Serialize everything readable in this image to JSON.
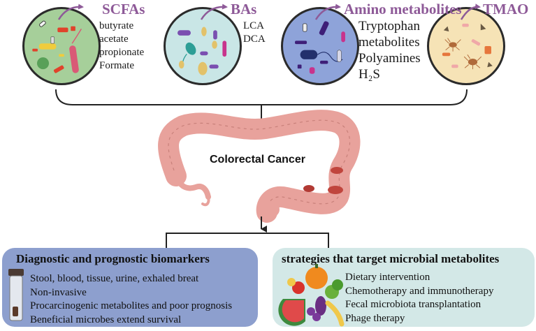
{
  "metabolites": [
    {
      "title": "SCFAs",
      "items": [
        "butyrate",
        "acetate",
        "propionate",
        "Formate"
      ]
    },
    {
      "title": "BAs",
      "items": [
        "LCA",
        "DCA"
      ]
    },
    {
      "title": "Amino metabolites",
      "items": [
        "Tryptophan",
        "metabolites",
        "Polyamines",
        "H₂S"
      ]
    },
    {
      "title": "TMAO",
      "items": []
    }
  ],
  "center_label": "Colorectal Cancer",
  "panels": {
    "left": {
      "title": "Diagnostic and prognostic biomarkers",
      "items": [
        "Stool, blood, tissue, urine, exhaled breat",
        "Non-invasive",
        "Procarcinogenic metabolites and poor prognosis",
        "Beneficial microbes extend survival"
      ]
    },
    "right": {
      "title": "strategies that target microbial metabolites",
      "items": [
        "Dietary intervention",
        "Chemotherapy and immunotherapy",
        "Fecal microbiota transplantation",
        "Phage therapy"
      ]
    }
  },
  "colors": {
    "title_purple": "#8e5a98",
    "scfa_bg": "#a6cf9a",
    "ba_bg": "#c9e6e6",
    "amino_bg": "#8ea3d9",
    "tmao_bg": "#f6e3b6",
    "colon": "#e8a29c",
    "left_panel": "#8d9fce",
    "right_panel": "#d3e8e7"
  },
  "icons": [
    "curved-arrow-icon",
    "down-arrow-icon",
    "colon-illustration",
    "stool-vial-icon",
    "fruits-vegetables-icon"
  ]
}
